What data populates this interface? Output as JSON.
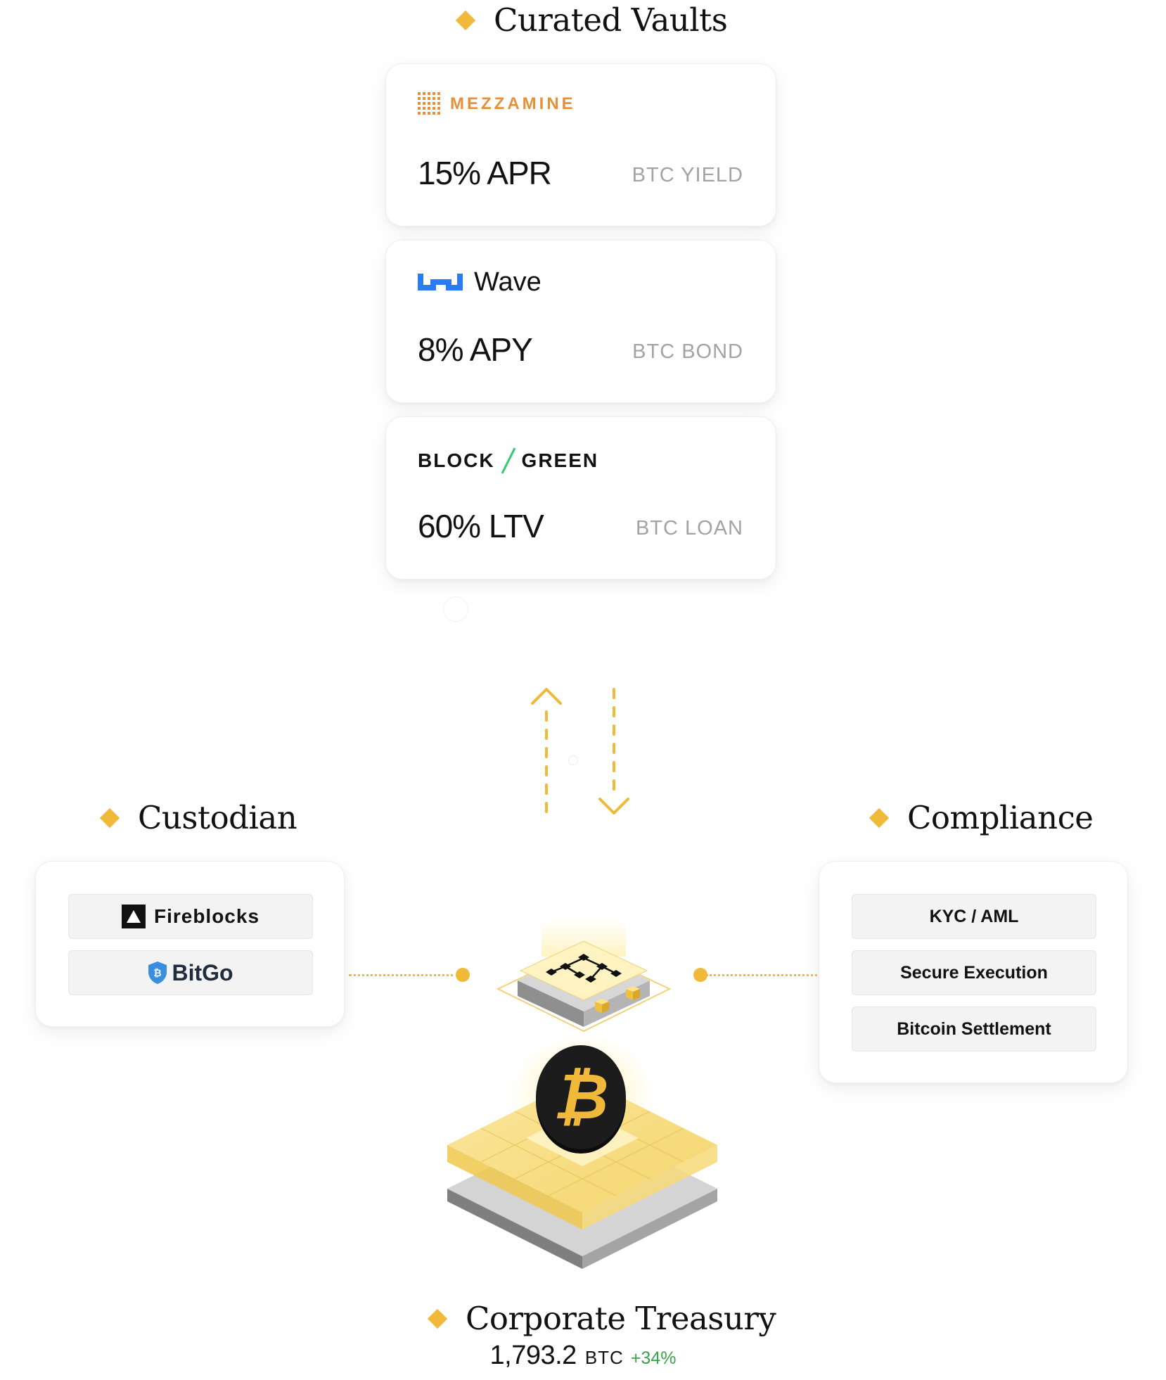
{
  "vaults": {
    "heading": "Curated Vaults",
    "items": [
      {
        "brand": "MEZZAMINE",
        "metric": "15% APR",
        "type": "BTC YIELD"
      },
      {
        "brand": "Wave",
        "metric": "8% APY",
        "type": "BTC BOND"
      },
      {
        "brand_left": "BLOCK",
        "brand_right": "GREEN",
        "metric": "60% LTV",
        "type": "BTC LOAN"
      }
    ]
  },
  "custodian": {
    "heading": "Custodian",
    "providers": [
      "Fireblocks",
      "BitGo"
    ]
  },
  "compliance": {
    "heading": "Compliance",
    "items": [
      "KYC / AML",
      "Secure Execution",
      "Bitcoin Settlement"
    ]
  },
  "treasury": {
    "heading": "Corporate Treasury",
    "value": "1,793.2",
    "unit": "BTC",
    "change": "+34%"
  },
  "colors": {
    "accent": "#f0b93a",
    "mezzamine": "#e6913a",
    "wave": "#2b7bf3",
    "blockgreen_slash": "#2ecc71",
    "positive": "#3aa34a",
    "muted": "#a3a3a3"
  },
  "icons": [
    "diamond-icon",
    "mezzamine-logo-icon",
    "wave-logo-icon",
    "fireblocks-logo-icon",
    "bitgo-shield-icon",
    "up-arrow-icon",
    "down-arrow-icon",
    "network-chip-icon",
    "bitcoin-coin-icon"
  ]
}
